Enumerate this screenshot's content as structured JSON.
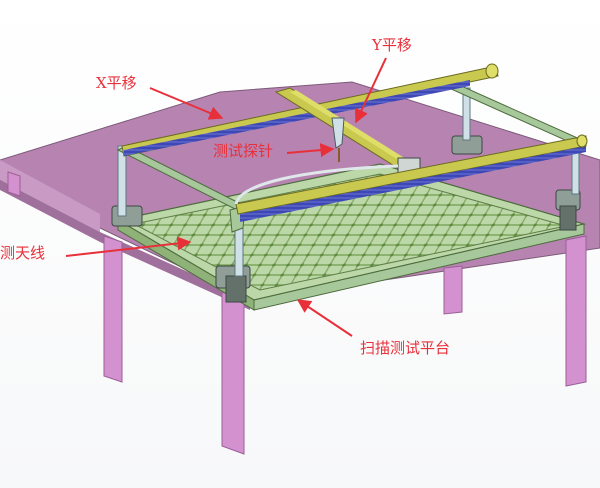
{
  "labels": {
    "y_move": "Y平移",
    "x_move": "X平移",
    "probe": "测试探针",
    "antenna": "测天线",
    "platform": "扫描测试平台"
  },
  "colors": {
    "label": "#e8303a",
    "arrow": "#e8303a",
    "table_top": "#b784b2",
    "table_legs": "#d392cf",
    "frame": "#a6c89a",
    "rail_yellow": "#c9c84f",
    "rail_blue": "#3d47b5",
    "grid": "#8aa96c",
    "clamp": "#8f9e97"
  },
  "icons": [
    "arrow"
  ]
}
